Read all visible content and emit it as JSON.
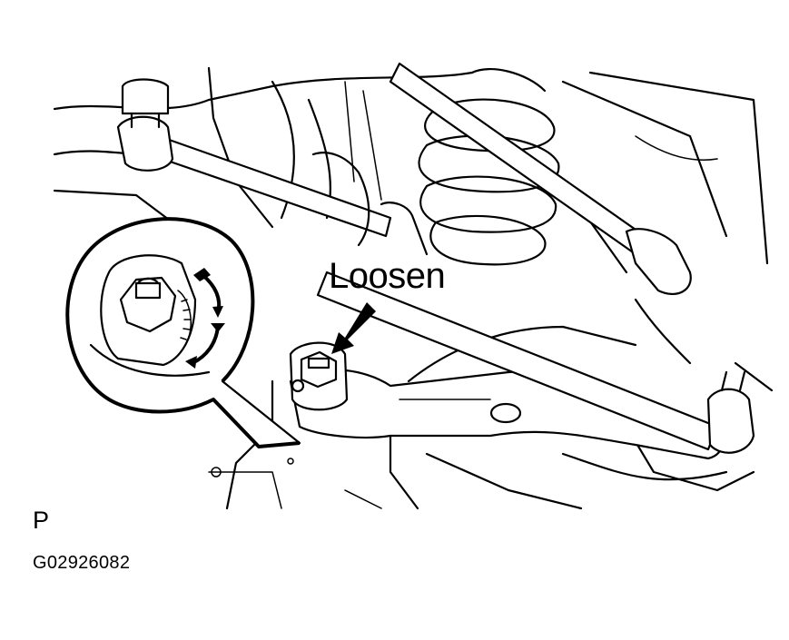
{
  "labels": {
    "action": "Loosen",
    "position": "P",
    "figure_code": "G02926082"
  },
  "colors": {
    "ink": "#000000",
    "paper": "#ffffff"
  }
}
